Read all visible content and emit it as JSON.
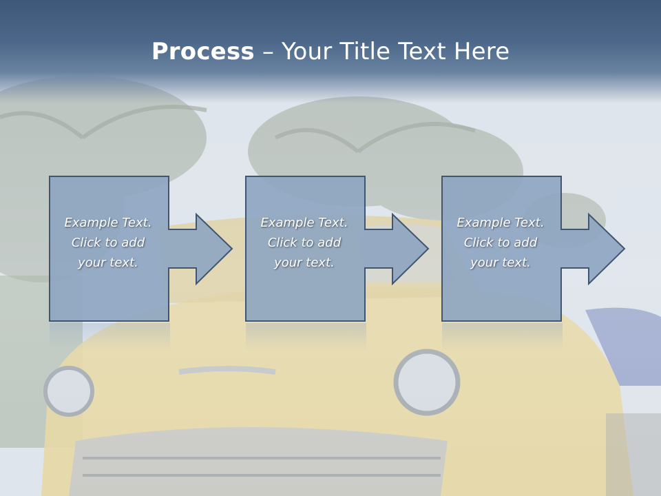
{
  "slide": {
    "title_bold": "Process",
    "title_rest": " – Your Title Text Here"
  },
  "steps": [
    {
      "line1": "Example Text.",
      "line2": "Click  to add",
      "line3": "your text."
    },
    {
      "line1": "Example Text.",
      "line2": "Click  to add",
      "line3": "your text."
    },
    {
      "line1": "Example Text.",
      "line2": "Click  to add",
      "line3": "your text."
    }
  ],
  "colors": {
    "box_fill": "#8fa6c1",
    "box_stroke": "#3f5570",
    "title_bar": "#4c6789",
    "text": "#ffffff"
  },
  "background_image": "yellow vintage car with palm trees"
}
